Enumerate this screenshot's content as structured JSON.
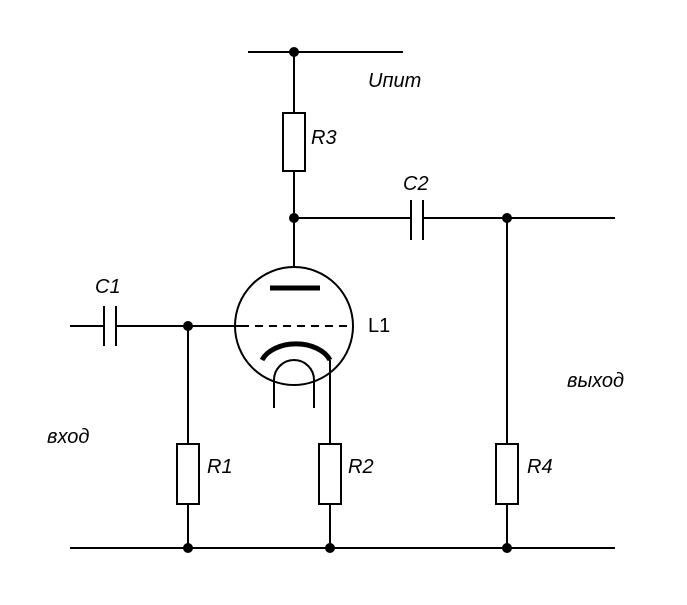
{
  "diagram": {
    "supply_label": "Uпит",
    "input_label": "вход",
    "output_label": "выход",
    "tube_label": "L1",
    "resistors": [
      "R1",
      "R2",
      "R3",
      "R4"
    ],
    "capacitors": [
      "C1",
      "C2"
    ]
  },
  "colors": {
    "line": "#000000",
    "background": "#ffffff"
  }
}
